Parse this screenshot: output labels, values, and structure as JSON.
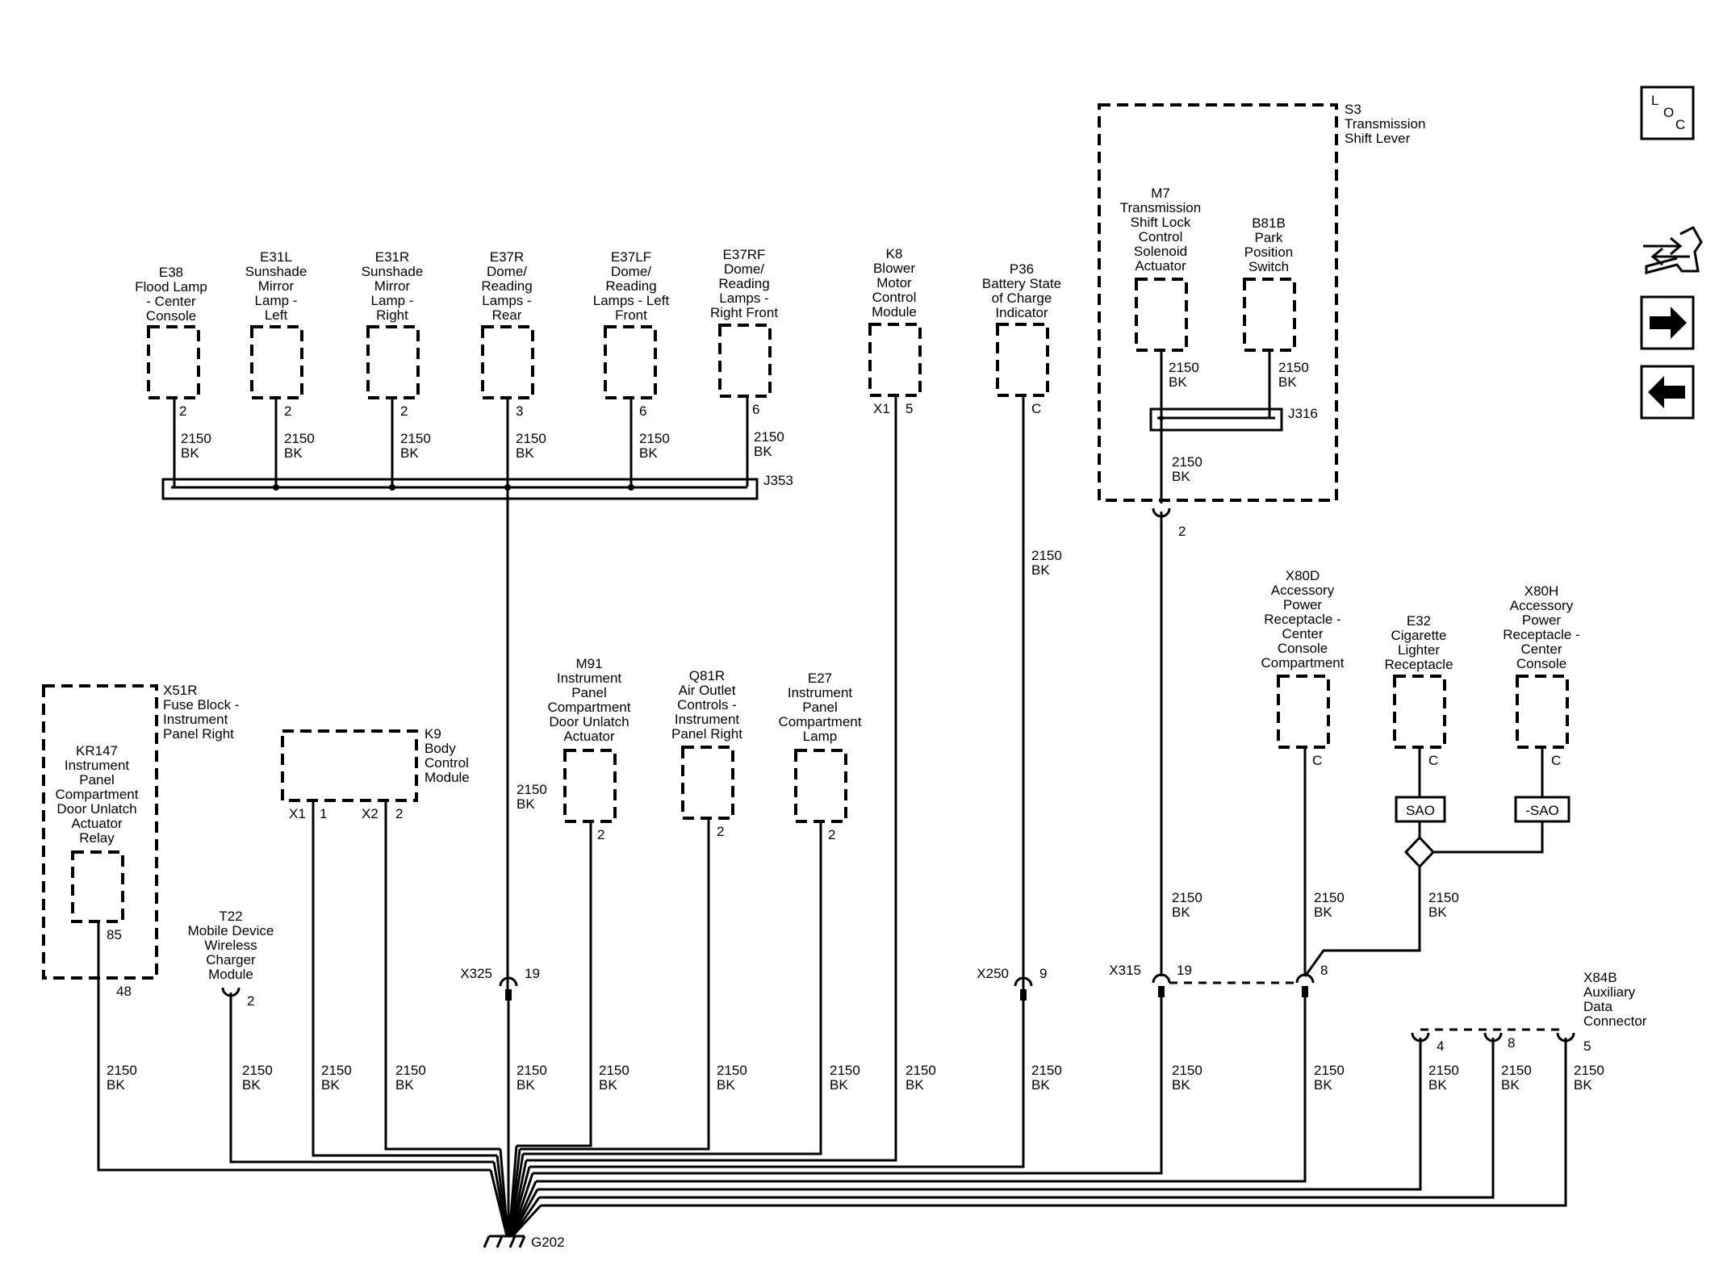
{
  "wire_label": {
    "gauge": "2150",
    "color": "BK"
  },
  "ground": {
    "id": "G202"
  },
  "buttons": {
    "loc_l": "L",
    "loc_o": "O",
    "loc_c": "C"
  },
  "splices": {
    "j353": "J353",
    "j316": "J316"
  },
  "components": {
    "e38": {
      "id": "E38",
      "lines": [
        "Flood Lamp",
        "- Center",
        "Console"
      ],
      "pin": "2"
    },
    "e31l": {
      "id": "E31L",
      "lines": [
        "Sunshade",
        "Mirror",
        "Lamp -",
        "Left"
      ],
      "pin": "2"
    },
    "e31r": {
      "id": "E31R",
      "lines": [
        "Sunshade",
        "Mirror",
        "Lamp -",
        "Right"
      ],
      "pin": "2"
    },
    "e37r": {
      "id": "E37R",
      "lines": [
        "Dome/",
        "Reading",
        "Lamps -",
        "Rear"
      ],
      "pin": "3"
    },
    "e37lf": {
      "id": "E37LF",
      "lines": [
        "Dome/",
        "Reading",
        "Lamps - Left",
        "Front"
      ],
      "pin": "6"
    },
    "e37rf": {
      "id": "E37RF",
      "lines": [
        "Dome/",
        "Reading",
        "Lamps -",
        "Right Front"
      ],
      "pin": "6"
    },
    "k8": {
      "id": "K8",
      "lines": [
        "Blower",
        "Motor",
        "Control",
        "Module"
      ],
      "conn": "X1",
      "pin": "5"
    },
    "p36": {
      "id": "P36",
      "lines": [
        "Battery State",
        "of Charge",
        "Indicator"
      ],
      "pin": "C"
    },
    "s3": {
      "id": "S3",
      "lines": [
        "Transmission",
        "Shift Lever"
      ]
    },
    "m7": {
      "id": "M7",
      "lines": [
        "Transmission",
        "Shift Lock",
        "Control",
        "Solenoid",
        "Actuator"
      ]
    },
    "b81b": {
      "id": "B81B",
      "lines": [
        "Park",
        "Position",
        "Switch"
      ]
    },
    "x51r": {
      "id": "X51R",
      "lines": [
        "Fuse Block -",
        "Instrument",
        "Panel Right"
      ],
      "pin": "48"
    },
    "kr147": {
      "id": "KR147",
      "lines": [
        "Instrument",
        "Panel",
        "Compartment",
        "Door Unlatch",
        "Actuator",
        "Relay"
      ],
      "pin": "85"
    },
    "k9": {
      "id": "K9",
      "lines": [
        "Body",
        "Control",
        "Module"
      ],
      "conn1": "X1",
      "pin1": "1",
      "conn2": "X2",
      "pin2": "2"
    },
    "t22": {
      "id": "T22",
      "lines": [
        "Mobile Device",
        "Wireless",
        "Charger",
        "Module"
      ],
      "pin": "2"
    },
    "m91": {
      "id": "M91",
      "lines": [
        "Instrument",
        "Panel",
        "Compartment",
        "Door Unlatch",
        "Actuator"
      ],
      "pin": "2"
    },
    "q81r": {
      "id": "Q81R",
      "lines": [
        "Air Outlet",
        "Controls -",
        "Instrument",
        "Panel Right"
      ],
      "pin": "2"
    },
    "e27": {
      "id": "E27",
      "lines": [
        "Instrument",
        "Panel",
        "Compartment",
        "Lamp"
      ],
      "pin": "2"
    },
    "x80d": {
      "id": "X80D",
      "lines": [
        "Accessory",
        "Power",
        "Receptacle -",
        "Center",
        "Console",
        "Compartment"
      ],
      "pin": "C"
    },
    "e32": {
      "id": "E32",
      "lines": [
        "Cigarette",
        "Lighter",
        "Receptacle"
      ],
      "pin": "C"
    },
    "x80h": {
      "id": "X80H",
      "lines": [
        "Accessory",
        "Power",
        "Receptacle -",
        "Center",
        "Console"
      ],
      "pin": "C"
    },
    "x84b": {
      "id": "X84B",
      "lines": [
        "Auxiliary",
        "Data",
        "Connector"
      ],
      "pin_a": "4",
      "pin_b": "8",
      "pin_c": "5"
    }
  },
  "connectors": {
    "s3_pin": "2",
    "x325": {
      "id": "X325",
      "pin": "19"
    },
    "x250": {
      "id": "X250",
      "pin": "9"
    },
    "x315": {
      "id": "X315",
      "pin_a": "19",
      "pin_b": "8"
    }
  },
  "options": {
    "sao": "SAO",
    "not_sao": "-SAO"
  }
}
